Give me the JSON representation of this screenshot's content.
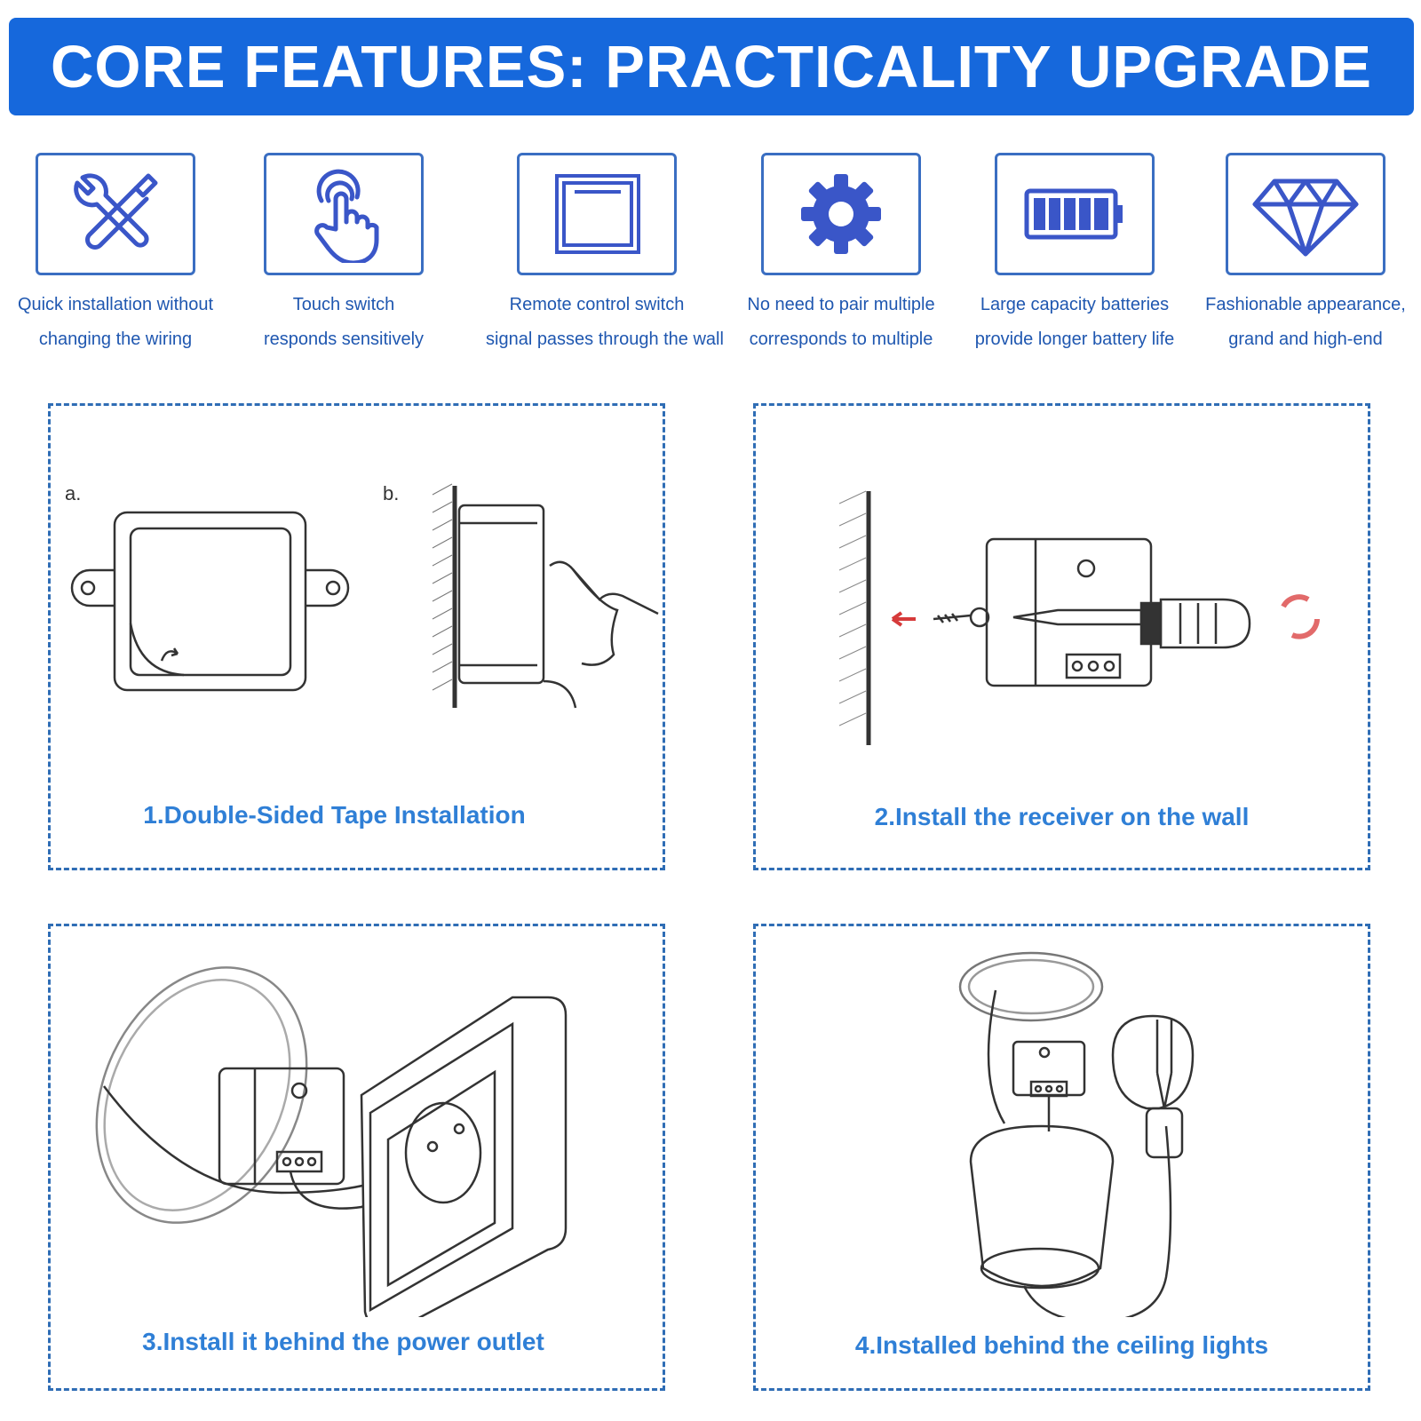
{
  "banner": {
    "title": "CORE FEATURES: PRACTICALITY UPGRADE"
  },
  "colors": {
    "banner_bg": "#1668dc",
    "icon_blue": "#3a56c8",
    "caption_blue": "#2f7fd6",
    "feature_text": "#1f57b0"
  },
  "features": [
    {
      "icon": "tools-icon",
      "line1": "Quick installation without",
      "line2": "changing the wiring"
    },
    {
      "icon": "touch-hand-icon",
      "line1": "Touch switch",
      "line2": "responds sensitively"
    },
    {
      "icon": "switch-panel-icon",
      "line1": "Remote control switch",
      "line2": "signal passes through the wall"
    },
    {
      "icon": "gear-icon",
      "line1": "No need to pair multiple",
      "line2": "corresponds to multiple"
    },
    {
      "icon": "battery-icon",
      "line1": "Large capacity batteries",
      "line2": "provide longer battery life"
    },
    {
      "icon": "diamond-icon",
      "line1": "Fashionable appearance,",
      "line2": "grand and high-end"
    }
  ],
  "panels": [
    {
      "caption": "1.Double-Sided Tape Installation",
      "label_a": "a.",
      "label_b": "b."
    },
    {
      "caption": "2.Install the receiver on the wall"
    },
    {
      "caption": "3.Install it behind the power outlet"
    },
    {
      "caption": "4.Installed behind the ceiling lights"
    }
  ]
}
